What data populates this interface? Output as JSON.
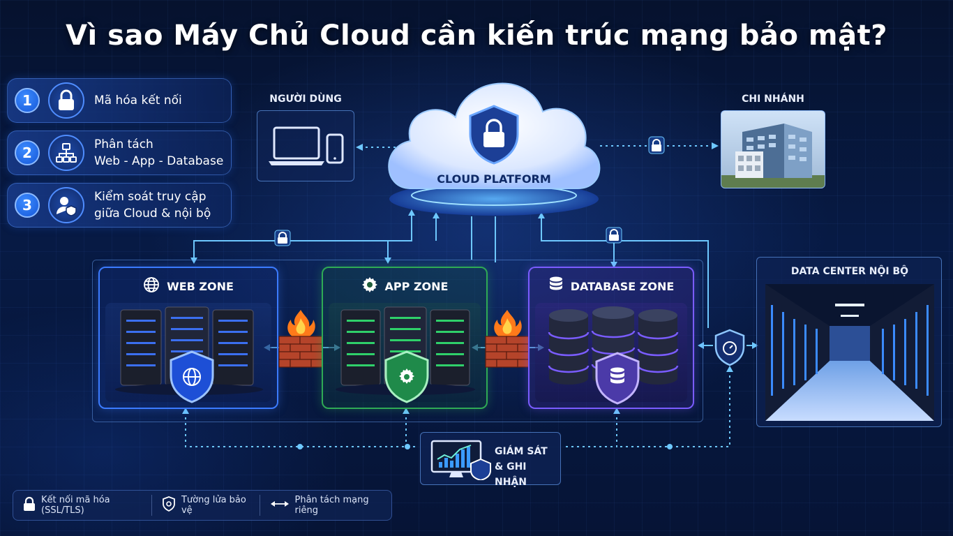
{
  "title": "Vì sao Máy Chủ Cloud cần kiến trúc mạng bảo mật?",
  "cards": [
    {
      "num": "1",
      "icon": "lock-icon",
      "lines": [
        "Mã hóa kết nối"
      ]
    },
    {
      "num": "2",
      "icon": "network-split-icon",
      "lines": [
        "Phân tách",
        "Web - App - Database"
      ]
    },
    {
      "num": "3",
      "icon": "user-shield-icon",
      "lines": [
        "Kiểm soát truy cập",
        "giữa Cloud & nội bộ"
      ]
    }
  ],
  "nodes": {
    "users_label": "NGƯỜI DÙNG",
    "branch_label": "CHI NHÁNH",
    "cloud_label": "CLOUD PLATFORM",
    "datacenter_label": "DATA CENTER NỘI BỘ",
    "monitor_label_1": "GIÁM SÁT",
    "monitor_label_2": "& GHI NHẬN"
  },
  "zones": {
    "web": "WEB ZONE",
    "app": "APP ZONE",
    "db": "DATABASE ZONE"
  },
  "legend": {
    "encrypted": "Kết nối mã hóa (SSL/TLS)",
    "firewall": "Tường lửa bảo vệ",
    "separation": "Phân tách mạng riêng"
  },
  "colors": {
    "web": "#3b7bff",
    "app": "#2faa55",
    "db": "#7a5cff",
    "link": "#6ec8ff"
  }
}
